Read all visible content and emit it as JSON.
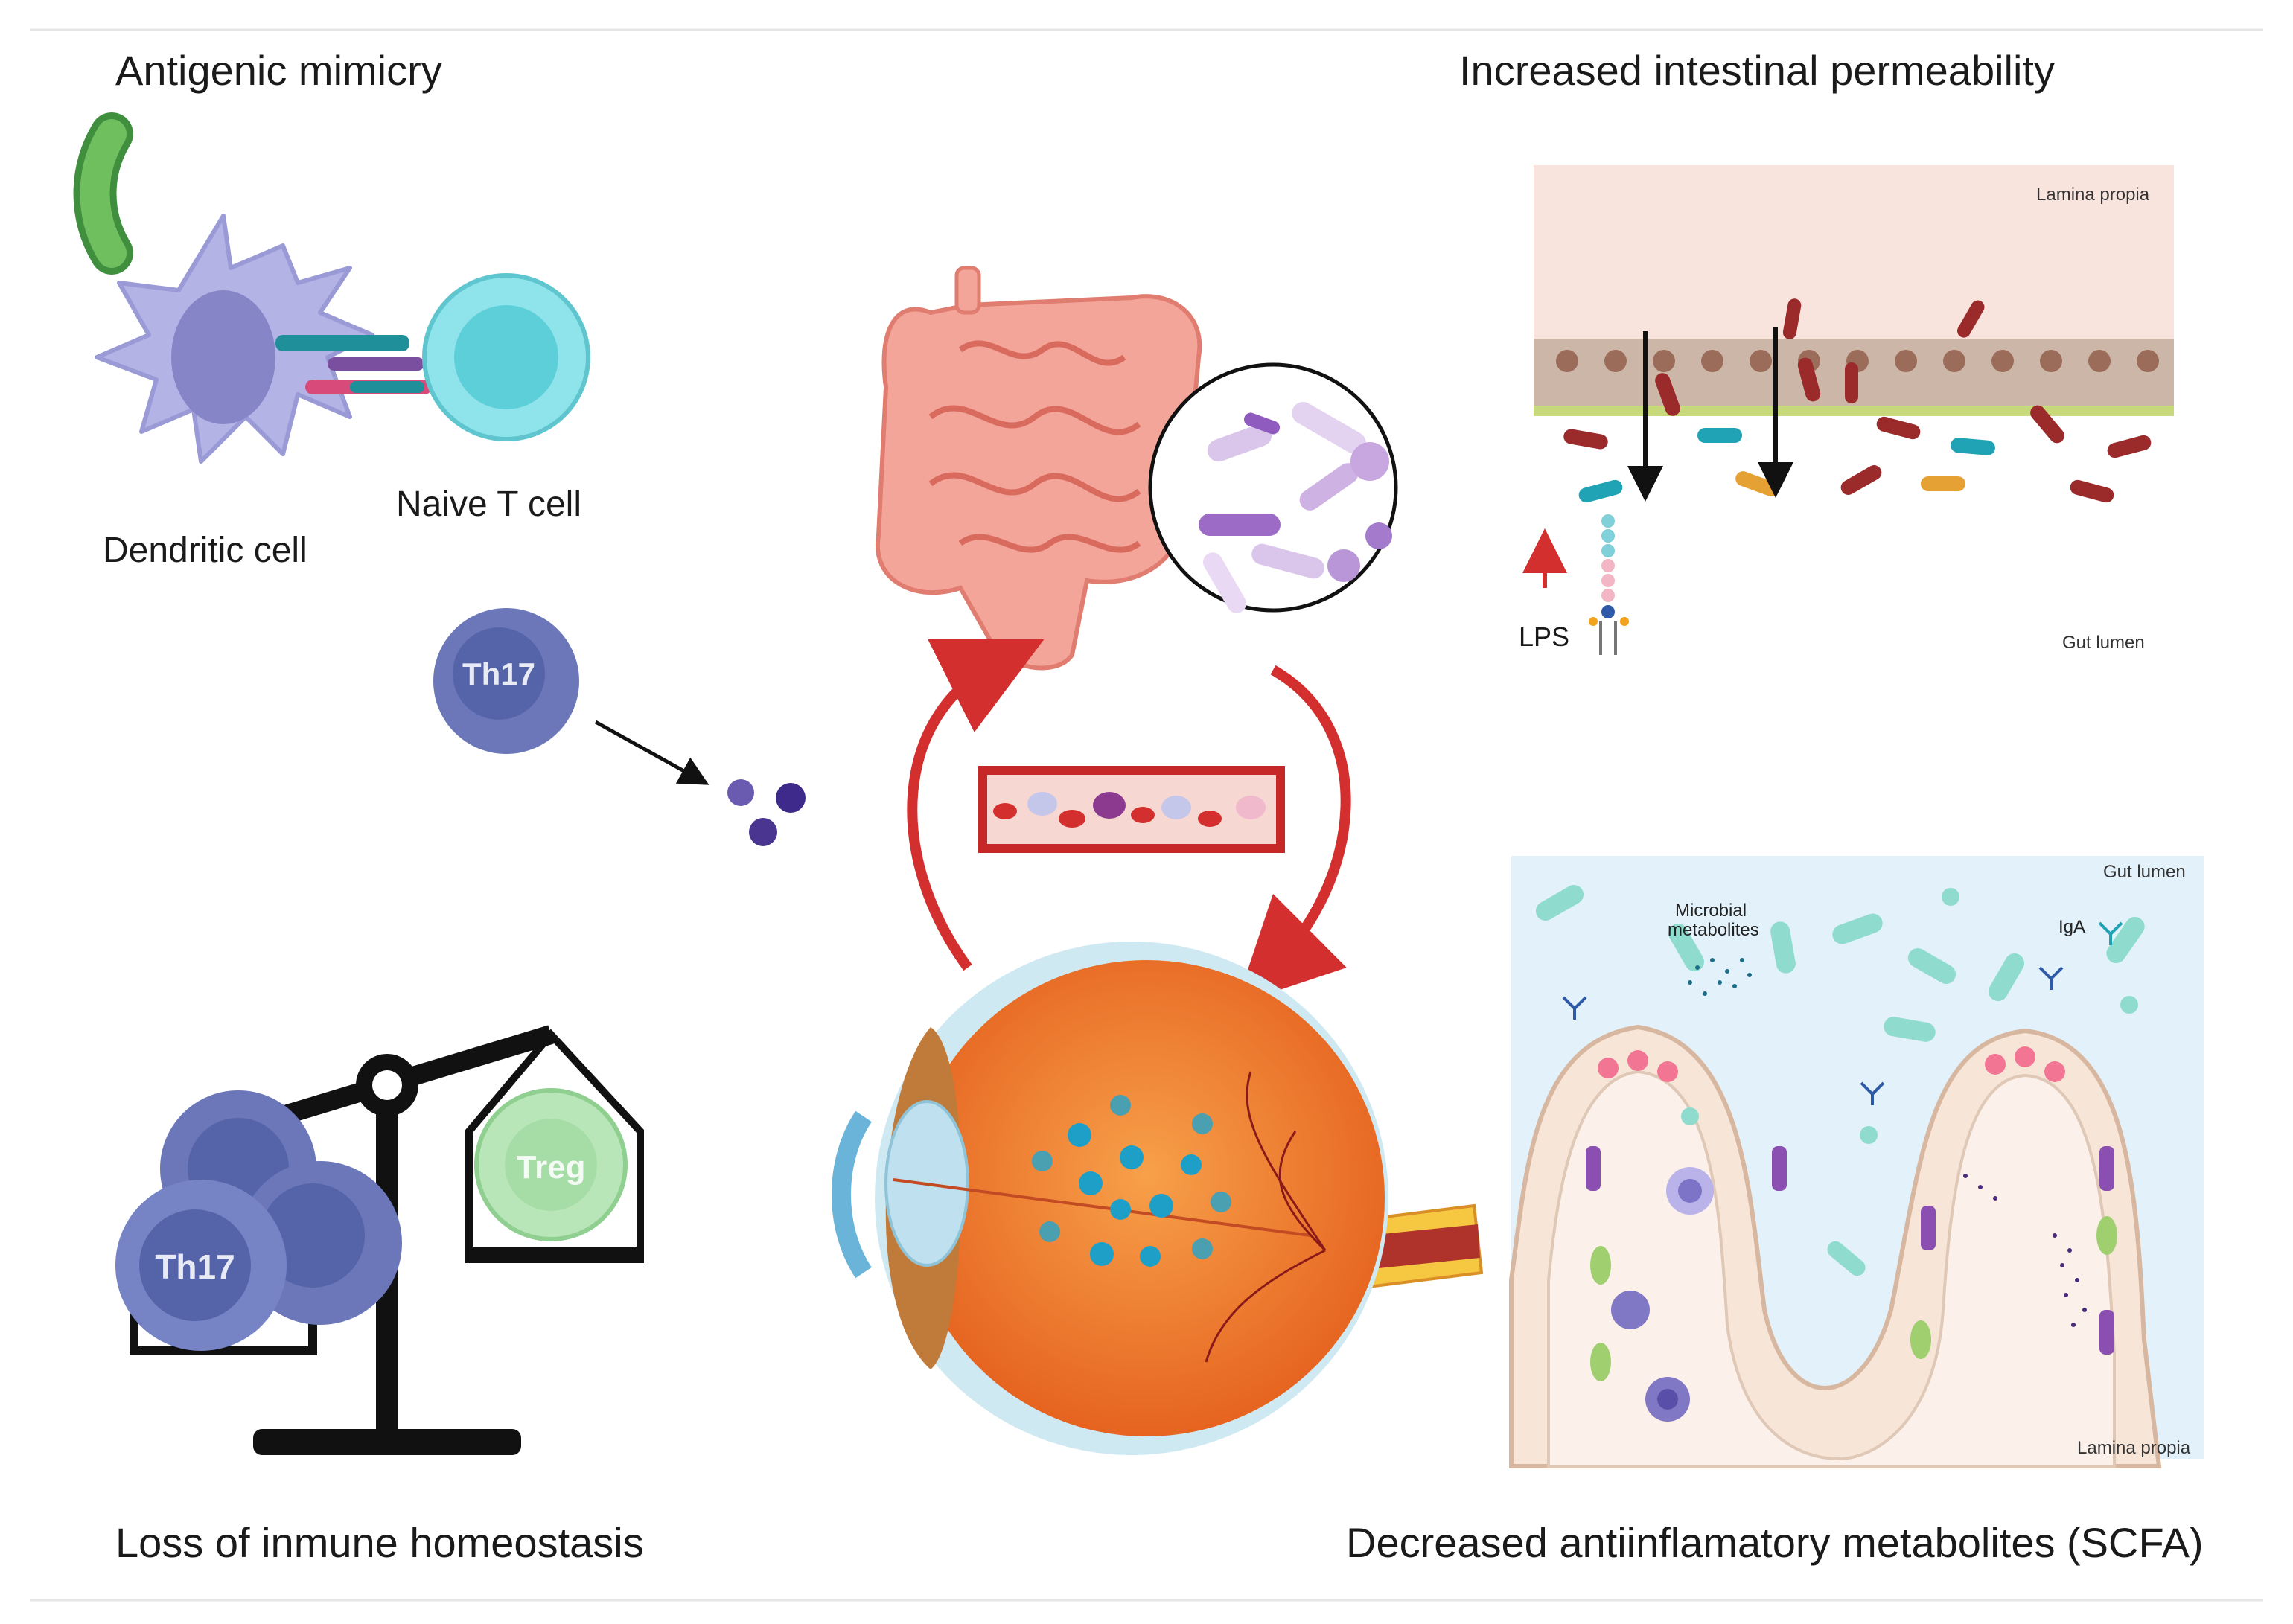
{
  "sections": {
    "antigenic_mimicry": {
      "title": "Antigenic mimicry",
      "dendritic_cell_label": "Dendritic cell",
      "naive_t_cell_label": "Naive T cell",
      "th17_label": "Th17"
    },
    "intestinal_permeability": {
      "title": "Increased intestinal permeability",
      "lamina_propia_label": "Lamina propia",
      "gut_lumen_label": "Gut lumen",
      "lps_label": "LPS"
    },
    "homeostasis": {
      "title": "Loss of inmune homeostasis",
      "th17_label": "Th17",
      "treg_label": "Treg"
    },
    "metabolites": {
      "title": "Decreased antiinflamatory metabolites (SCFA)",
      "gut_lumen_label": "Gut lumen",
      "lamina_propia_label": "Lamina propia",
      "microbial_label_line1": "Microbial",
      "microbial_label_line2": "metabolites",
      "iga_label": "IgA"
    }
  },
  "colors": {
    "axis_arrow": "#d32f2f",
    "th17_cell": "#6b77b8",
    "treg_cell": "#b9e6b9",
    "dendritic_cell": "#b3b3e6",
    "naive_t_cell": "#8fe3ea",
    "eye_orange": "#f07a2c",
    "intestine_pink": "#f4a59a",
    "lamina_bg": "#f9e3dd",
    "lumen_bg": "#e3f1fa"
  },
  "icons": [
    "bacterium-icon",
    "blood-vessel-icon",
    "intestine-icon",
    "eye-icon",
    "balance-scale-icon"
  ]
}
